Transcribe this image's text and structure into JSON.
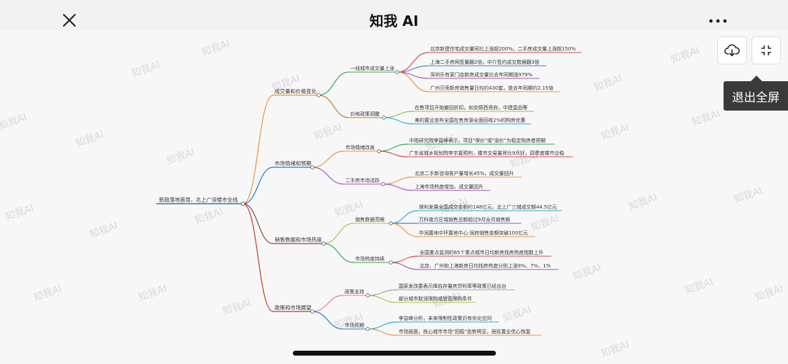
{
  "header": {
    "title": "知我 AI",
    "close_icon": "close-icon",
    "more_icon": "more-dots-icon"
  },
  "toolbar": {
    "download_icon": "cloud-download-icon",
    "exit_fullscreen_icon": "exit-fullscreen-icon",
    "tooltip": "退出全屏"
  },
  "watermark": "知我AI",
  "mindmap": {
    "root": "新政落地首周，北上广深楼市全线",
    "branches": [
      {
        "label": "成交量和价格变化",
        "color": "#f0913a",
        "children": [
          {
            "label": "一线城市成交量上涨",
            "color": "#3aa655",
            "leaves": [
              {
                "text": "北京新建住宅成交量同比上涨超200%，二手房成交量上涨超150%",
                "color": "#d94a4a"
              },
              {
                "text": "上海二手房网签量翻2倍，中介签约成交数据翻3倍",
                "color": "#4a78d9"
              },
              {
                "text": "深圳乐有家门店新房成交量比去年同期涨979%",
                "color": "#9b59b6"
              },
              {
                "text": "广州贝壳新房销售量日均约430套，是去年同期约2.15倍",
                "color": "#f0913a"
              }
            ]
          },
          {
            "label": "价格政策调整",
            "color": "#c77d2a",
            "leaves": [
              {
                "text": "在售项目开始撤回折扣，如京熙西贤府，中建壹品等",
                "color": "#8bc34a"
              },
              {
                "text": "美的置业宣布全国在售房源全面回收2%的购房优惠",
                "color": "#20b2c8"
              }
            ]
          }
        ]
      },
      {
        "label": "市场情绪和预期",
        "color": "#1f78c8",
        "children": [
          {
            "label": "市场情绪改善",
            "color": "#f0913a",
            "leaves": [
              {
                "text": "中指研究院李益峰表示，项目\"保价\"或\"涨价\"为稳定购房者预期",
                "color": "#3aa655"
              },
              {
                "text": "广东省城乡规划院李宇嘉预判，楼市交易量将比9月好，四季度楼市企稳",
                "color": "#d94a4a"
              }
            ]
          },
          {
            "label": "二手房市场活跃",
            "color": "#9b59b6",
            "leaves": [
              {
                "text": "北京二手新咨询客户量增长45%，成交量回升",
                "color": "#f0913a"
              },
              {
                "text": "上海市场热度增加，成交量回升",
                "color": "#9b59b6"
              }
            ]
          }
        ]
      },
      {
        "label": "销售数据和市场热度",
        "color": "#8b4a3a",
        "children": [
          {
            "label": "销售数据亮眼",
            "color": "#a8c83a",
            "leaves": [
              {
                "text": "保利发展全国成交金额约148亿元，北上广三城成交额44.5亿元",
                "color": "#20b2c8"
              },
              {
                "text": "万科南方区域销售总额超过9月全月销售额",
                "color": "#4a78d9"
              },
              {
                "text": "华润置地中环置地中心·润府销售金额突破100亿元",
                "color": "#f0913a"
              }
            ]
          },
          {
            "label": "市场热度持续",
            "color": "#3aa655",
            "leaves": [
              {
                "text": "全国重点监测的65个重点城市日均新房找房热度指数上升",
                "color": "#d94a4a"
              },
              {
                "text": "北京、广州和上海新房日均找房热度分别上涨9%、7%、1%",
                "color": "#9b59b6"
              }
            ]
          }
        ]
      },
      {
        "label": "政策和市场展望",
        "color": "#c0392b",
        "children": [
          {
            "label": "政策支持",
            "color": "#e87aa0",
            "leaves": [
              {
                "text": "国家发改委表示降低存量房贷利率等政策已经出台",
                "color": "#a0a0a0"
              },
              {
                "text": "部分城市取消限购或放宽限购条件",
                "color": "#a8c83a"
              }
            ]
          },
          {
            "label": "市场预期",
            "color": "#1f78c8",
            "leaves": [
              {
                "text": "李益峰分析，未来限制性政策仍有优化空间",
                "color": "#20b2c8"
              },
              {
                "text": "市场层面，核心城市市场\"回稳\"态势明显，居民置业信心恢复",
                "color": "#f0913a"
              }
            ]
          }
        ]
      }
    ]
  }
}
